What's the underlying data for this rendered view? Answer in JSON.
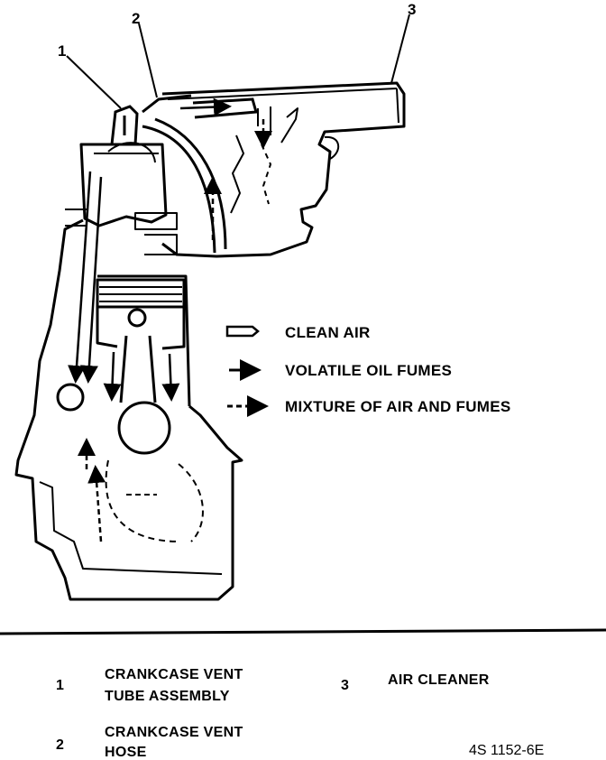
{
  "callouts": {
    "one": "1",
    "two": "2",
    "three": "3"
  },
  "legend": {
    "clean_air": "CLEAN AIR",
    "volatile_oil_fumes": "VOLATILE OIL FUMES",
    "mixture": "MIXTURE OF AIR AND FUMES"
  },
  "key": {
    "item1_num": "1",
    "item1_line1": "CRANKCASE VENT",
    "item1_line2": "TUBE ASSEMBLY",
    "item2_num": "2",
    "item2_line1": "CRANKCASE VENT",
    "item2_line2": "HOSE",
    "item3_num": "3",
    "item3_label": "AIR CLEANER"
  },
  "figure_id": "4S 1152-6E",
  "colors": {
    "ink": "#000000",
    "paper": "#ffffff"
  }
}
